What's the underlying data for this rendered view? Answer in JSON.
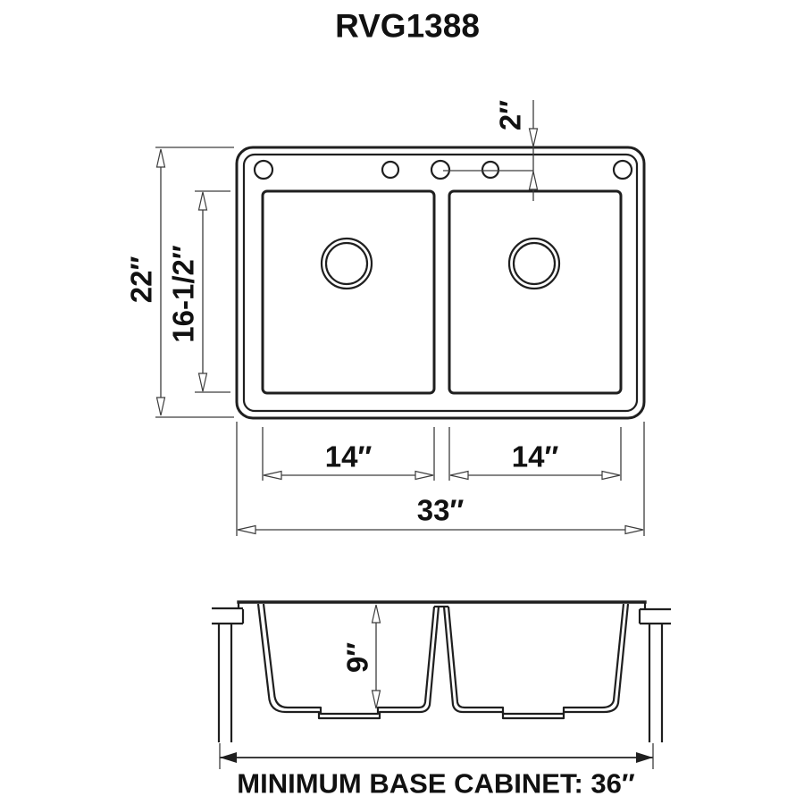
{
  "title": "RVG1388",
  "top_view": {
    "overall_width": "33″",
    "overall_depth": "22″",
    "bowl_front_to_back": "16-1/2″",
    "left_bowl_width": "14″",
    "right_bowl_width": "14″",
    "faucet_hole_offset": "2″"
  },
  "side_view": {
    "bowl_depth": "9″"
  },
  "footer": {
    "note": "MINIMUM BASE CABINET: 36″"
  },
  "colors": {
    "outline": "#1f1f1f",
    "dimension": "#3d3d3d",
    "text": "#111111",
    "background": "#ffffff"
  }
}
